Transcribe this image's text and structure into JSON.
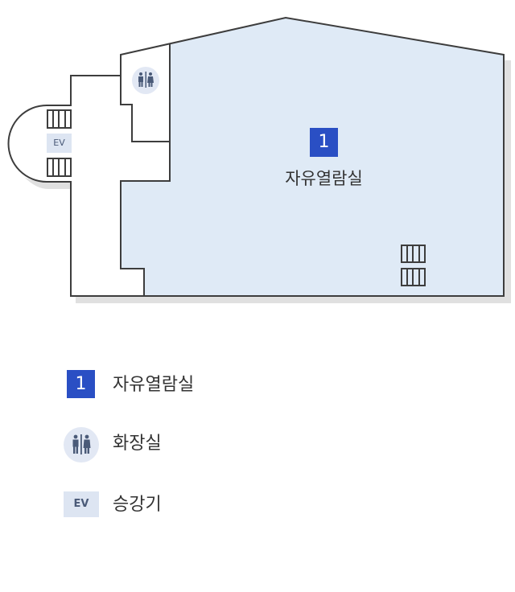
{
  "floor_plan": {
    "rooms": [
      {
        "number": "1",
        "name": "자유열람실",
        "fill": "#dfeaf6"
      }
    ],
    "facilities": {
      "restroom": "restroom-icon",
      "elevator_label": "EV",
      "stairs": "stairs-icon"
    },
    "colors": {
      "room_badge": "#2a4fc4",
      "room_fill": "#dfeaf6",
      "wall": "#3d3d3d",
      "shadow": "#e0e0e0",
      "icon_bg": "#e2e8f4",
      "icon_fg": "#4a5a78"
    }
  },
  "legend": {
    "items": [
      {
        "symbol": "1",
        "label": "자유열람실"
      },
      {
        "symbol": "restroom-icon",
        "label": "화장실"
      },
      {
        "symbol": "EV",
        "label": "승강기"
      }
    ]
  }
}
